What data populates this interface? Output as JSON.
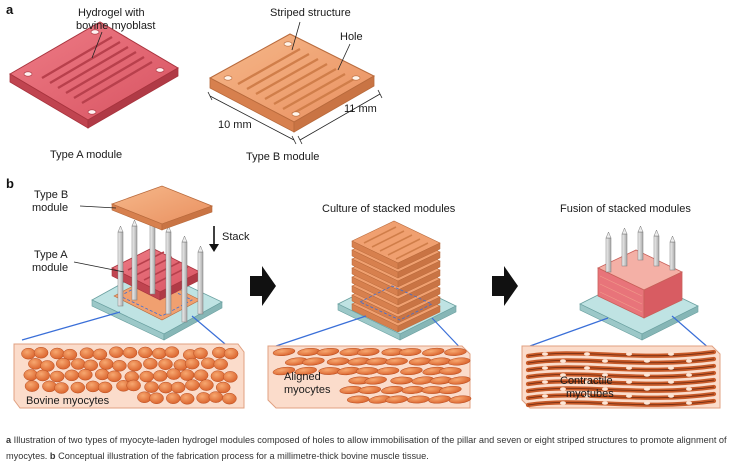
{
  "panel_a": {
    "letter": "a",
    "label_hydrogel_line1": "Hydrogel with",
    "label_hydrogel_line2": "bovine myoblast",
    "label_striped": "Striped structure",
    "label_hole": "Hole",
    "dim_width": "10 mm",
    "dim_depth": "11 mm",
    "type_a": "Type A module",
    "type_b": "Type B module"
  },
  "panel_b": {
    "letter": "b",
    "label_typeb_line1": "Type B",
    "label_typeb_line2": "module",
    "label_typea_line1": "Type A",
    "label_typea_line2": "module",
    "label_stack": "Stack",
    "title_culture": "Culture of stacked modules",
    "title_fusion": "Fusion of stacked modules",
    "label_bovine": "Bovine myocytes",
    "label_aligned_line1": "Aligned",
    "label_aligned_line2": "myocytes",
    "label_contractile_line1": "Contractile",
    "label_contractile_line2": "myotubes"
  },
  "caption": {
    "a_letter": "a",
    "a_text": " Illustration of two types of myocyte-laden hydrogel modules composed of holes to allow immobilisation of the pillar and seven or eight striped structures to promote alignment of myocytes. ",
    "b_letter": "b",
    "b_text": " Conceptual illustration of the fabrication process for a millimetre-thick bovine muscle tissue."
  },
  "colors": {
    "type_a_module": "#e0646e",
    "type_b_module": "#f0a070",
    "base_plate": "#bfe3e3",
    "pillar": "#d8d8d8",
    "zoom_lines": "#3a6fd8",
    "cell": "#e8743a",
    "arrow": "#111111"
  }
}
